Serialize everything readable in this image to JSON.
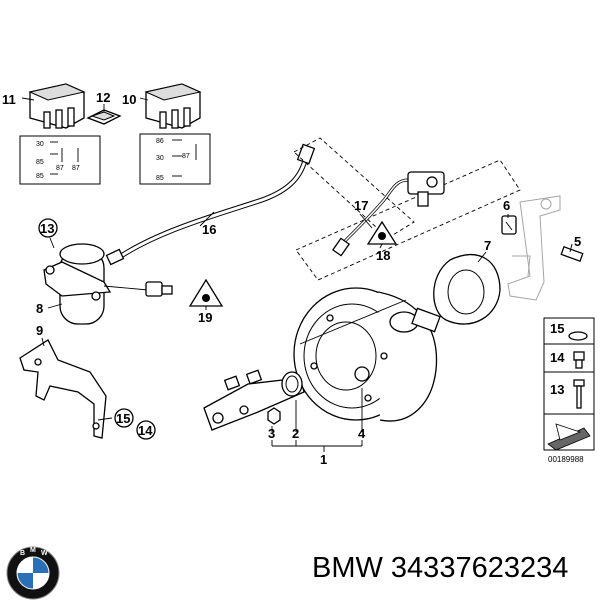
{
  "callouts": [
    "11",
    "12",
    "10",
    "16",
    "17",
    "18",
    "6",
    "7",
    "5",
    "13",
    "8",
    "19",
    "9",
    "15",
    "14",
    "3",
    "2",
    "4",
    "1"
  ],
  "circled_callouts": [
    "13",
    "15",
    "14"
  ],
  "relay_left_pins": [
    "30",
    "85",
    "87",
    "87",
    "85"
  ],
  "relay_right_pins": [
    "86",
    "30",
    "87",
    "85"
  ],
  "legend_items": [
    "15",
    "14",
    "13"
  ],
  "reference_code": "00189988",
  "caption": "BMW 34337623234",
  "logo": {
    "text": "BMW",
    "colors": {
      "blue": "#2b6fb6",
      "ring": "#111111"
    }
  }
}
